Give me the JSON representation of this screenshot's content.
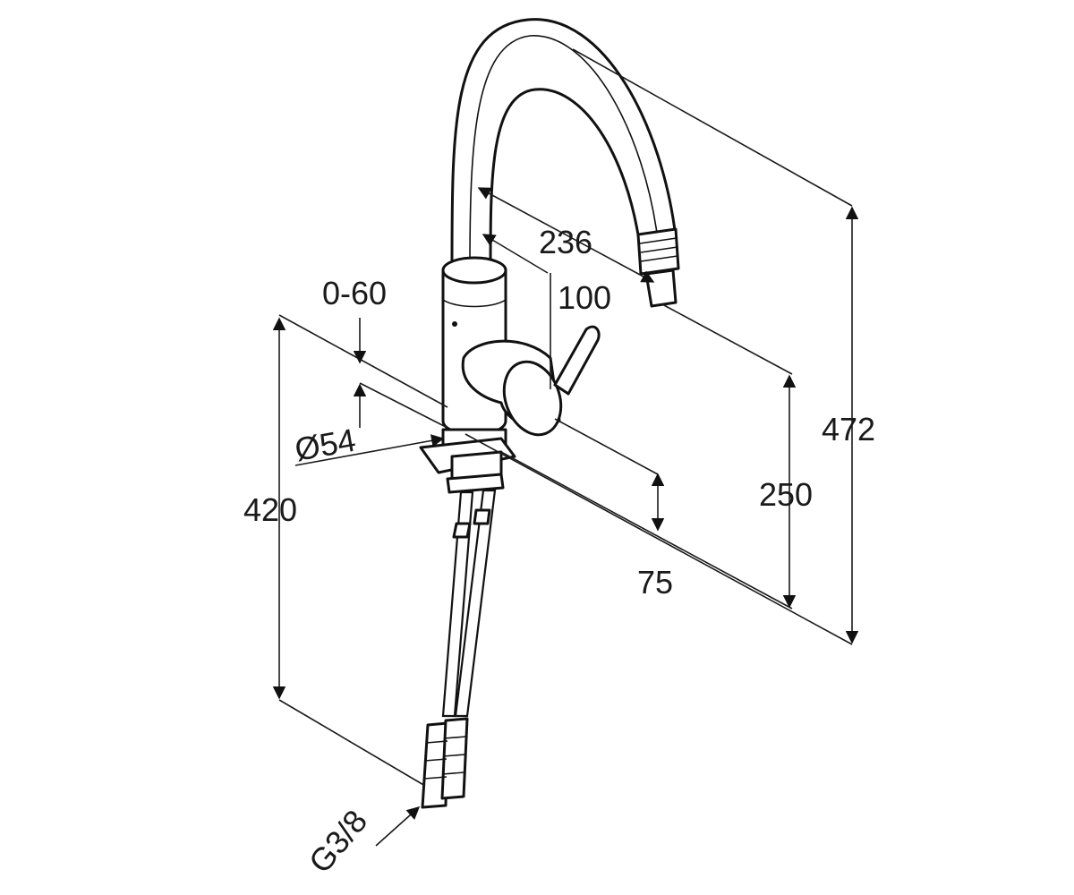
{
  "dimensions": {
    "height_total": "472",
    "spout_reach": "236",
    "lever_offset": "100",
    "spout_height": "250",
    "hose_length": "420",
    "swivel_angle": "0-60",
    "base_diameter": "Ø54",
    "body_height": "75",
    "connection_thread": "G3/8"
  }
}
